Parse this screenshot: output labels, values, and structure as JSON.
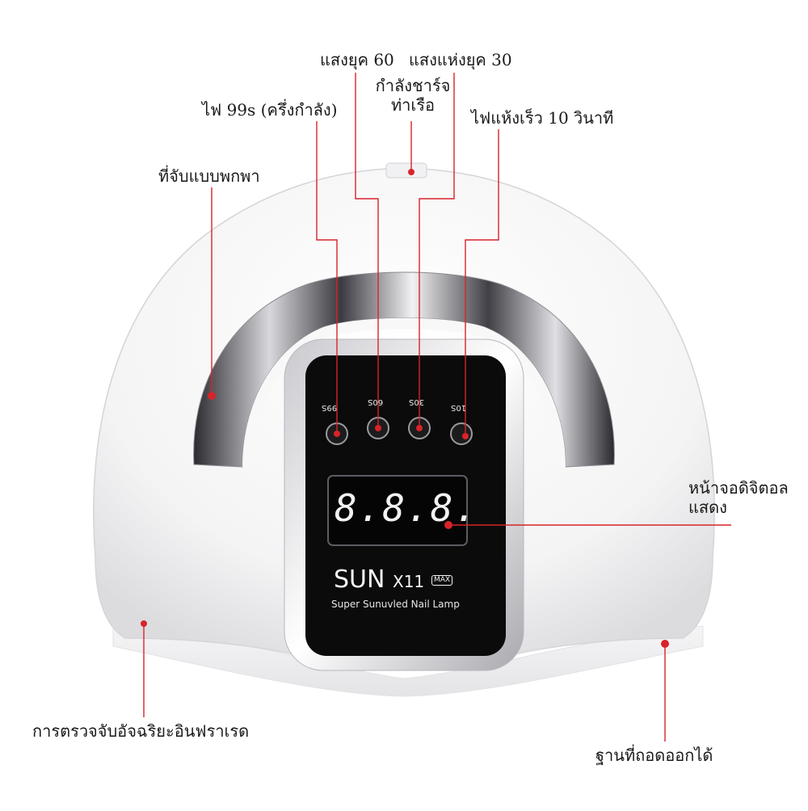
{
  "labels": {
    "light_60": "แสงยุค 60",
    "light_30": "แสงแห่งยุค 30",
    "charging_line1": "กำลังชาร์จ",
    "charging_line2": "ท่าเรือ",
    "light_99": "ไฟ 99s (ครึ่งกำลัง)",
    "quick_dry_10": "ไฟแห้งเร็ว 10 วินาที",
    "handle": "ที่จับแบบพกพา",
    "display_line1": "หน้าจอดิจิตอล",
    "display_line2": "แสดง",
    "infrared": "การตรวจจับอัจฉริยะอินฟราเรด",
    "base": "ฐานที่ถอดออกได้"
  },
  "panel": {
    "buttons": [
      "99S",
      "60S",
      "30S",
      "10S"
    ],
    "display_value": "8.8.8.",
    "brand": "SUN",
    "model": "X11",
    "badge": "MAX",
    "tagline": "Super Sunuvled Nail Lamp"
  },
  "colors": {
    "callout": "#d8232a",
    "panel": "#0b0b0b",
    "shell": "#ffffff",
    "led_digit": "#f2f2f2"
  }
}
